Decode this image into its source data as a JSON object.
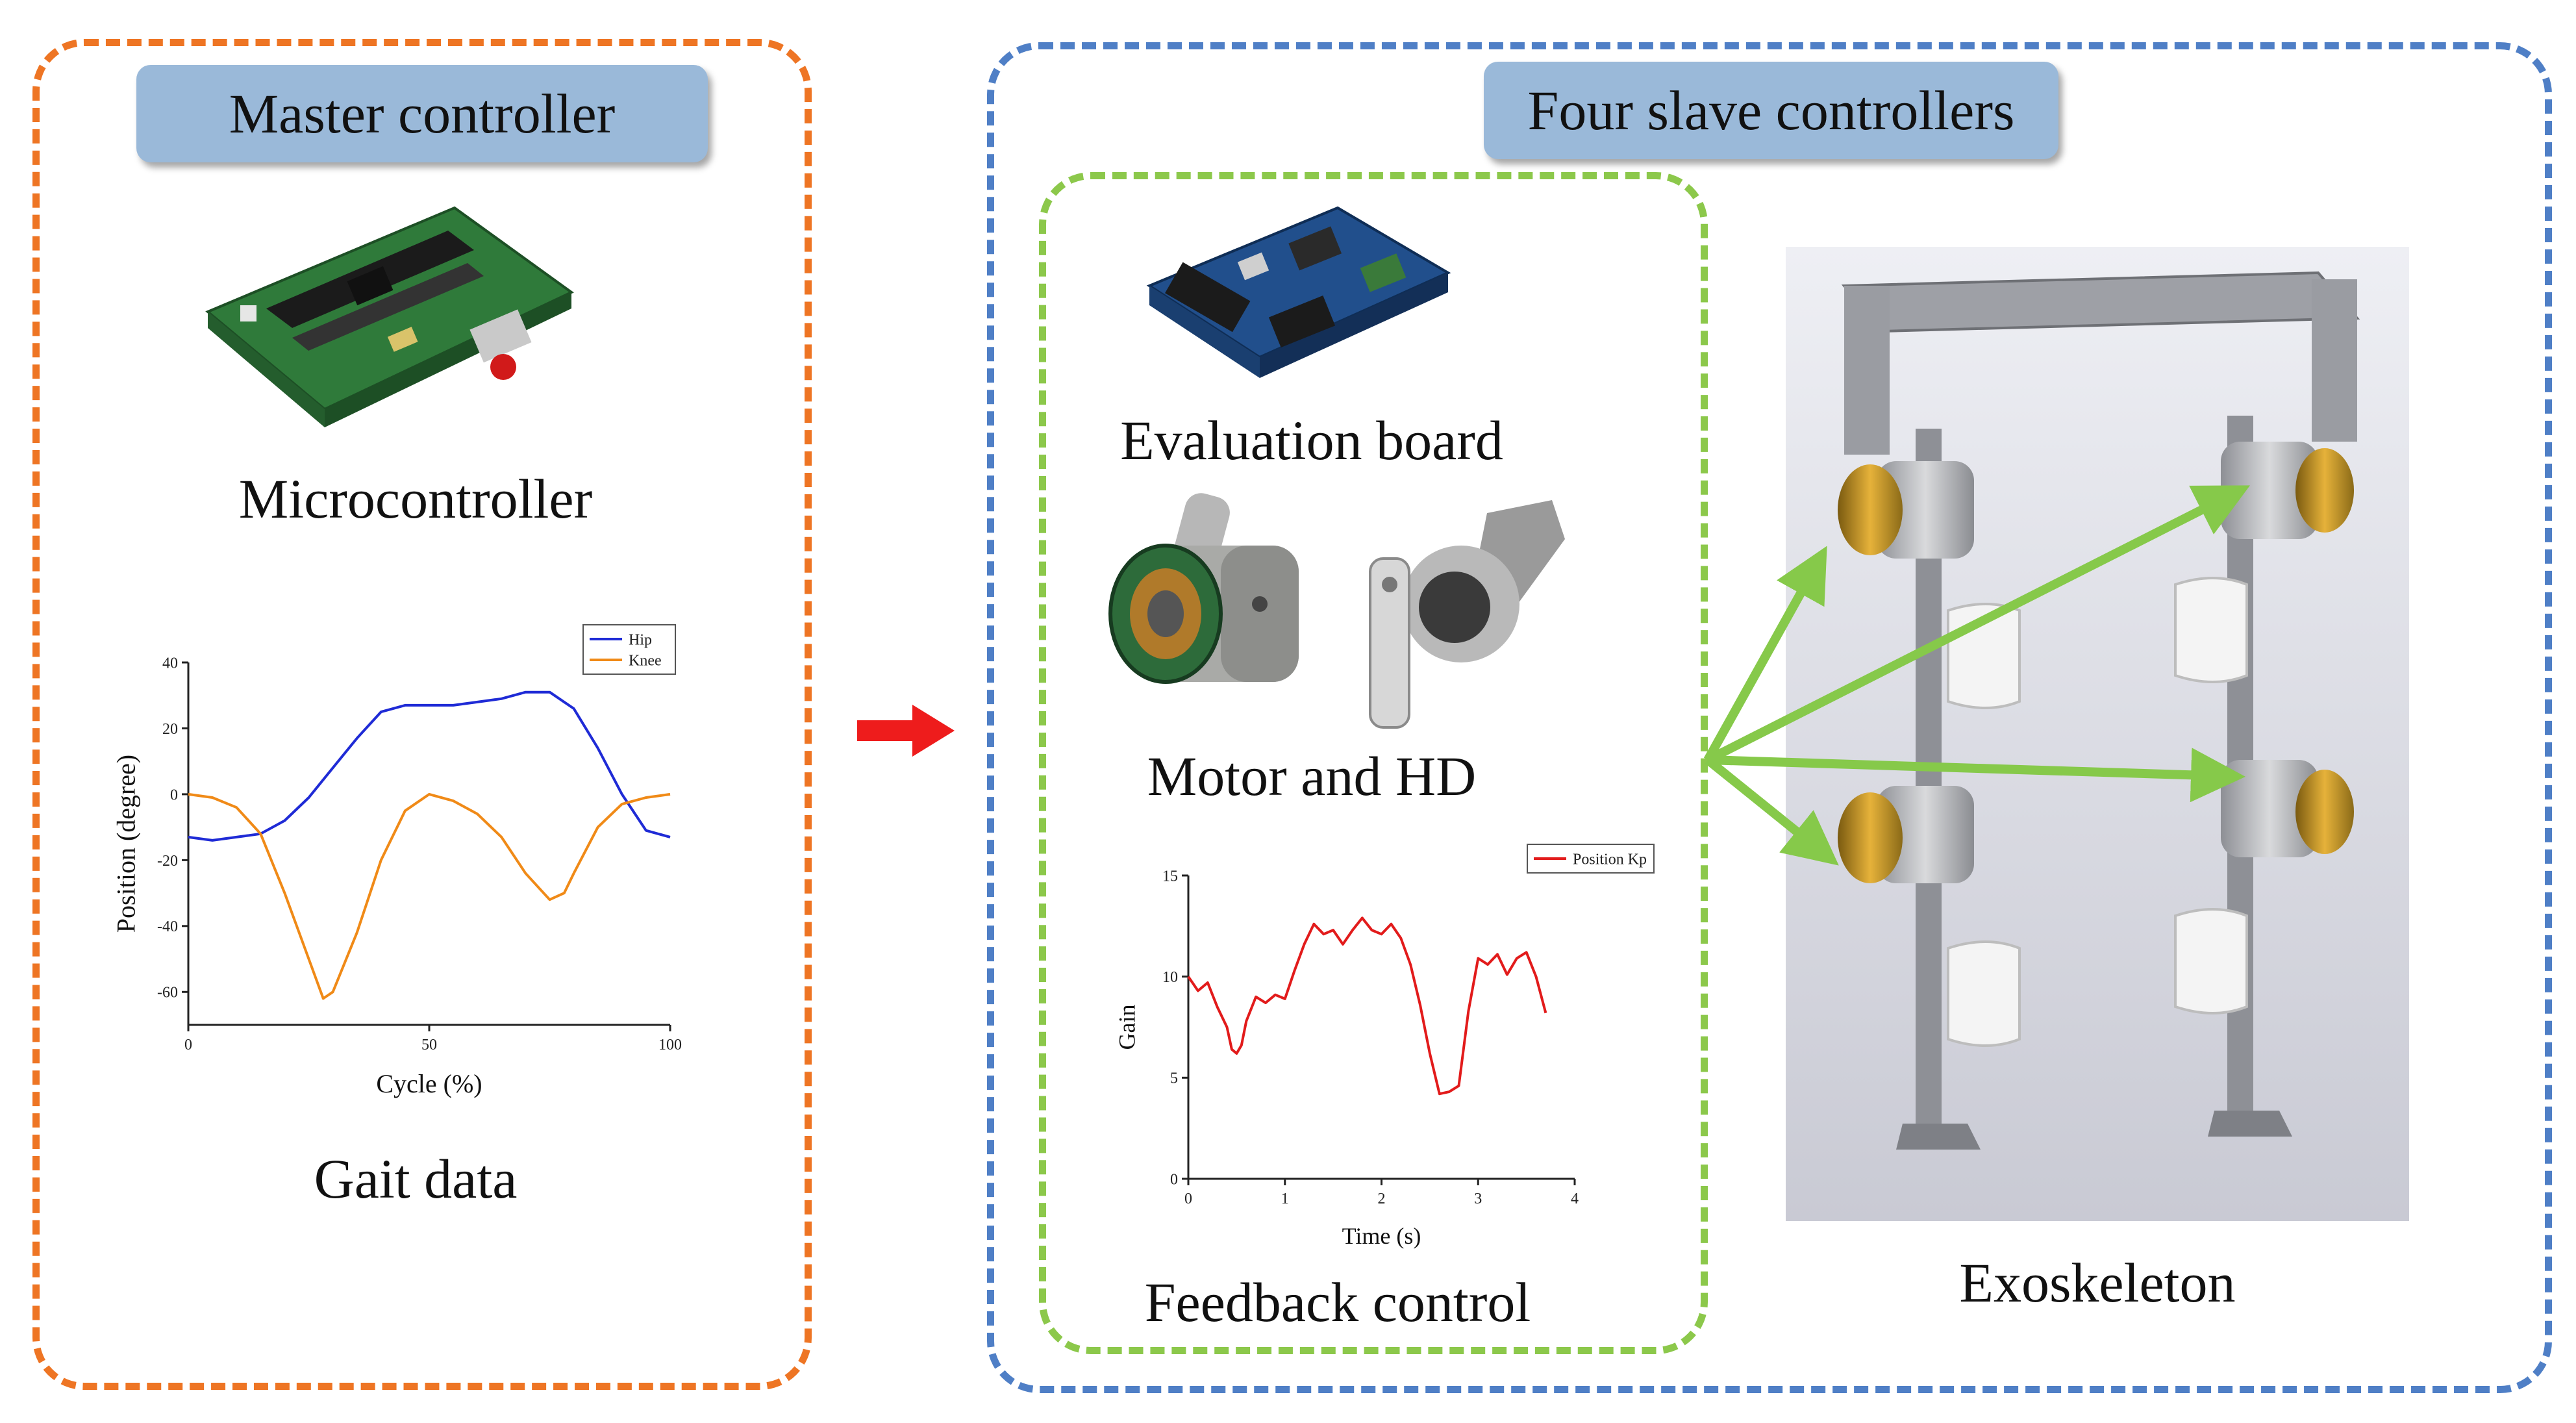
{
  "master": {
    "title": "Master controller",
    "microcontroller_caption": "Microcontroller",
    "gait_caption": "Gait data"
  },
  "slaves": {
    "title": "Four slave controllers",
    "evaluation_caption": "Evaluation board",
    "motor_caption": "Motor and HD",
    "feedback_caption": "Feedback control",
    "exoskeleton_caption": "Exoskeleton"
  },
  "colors": {
    "master_border": "#ee7524",
    "slaves_border": "#4f7fc6",
    "inner_border": "#8cc84b",
    "title_box": "#9ab9d9",
    "flow_arrow": "#ee1c1c",
    "link_arrows": "#86c94a"
  },
  "chart_data": [
    {
      "type": "line",
      "title": "",
      "xlabel": "Cycle (%)",
      "ylabel": "Position (degree)",
      "xlim": [
        0,
        100
      ],
      "ylim": [
        -70,
        40
      ],
      "xticks": [
        "0",
        "50",
        "100"
      ],
      "yticks": [
        "40",
        "20",
        "0",
        "-20",
        "-40",
        "-60"
      ],
      "legend_position": "top-right",
      "series": [
        {
          "name": "Hip",
          "color": "#1f2bd6",
          "x": [
            0,
            5,
            10,
            15,
            20,
            25,
            30,
            35,
            40,
            45,
            50,
            55,
            60,
            65,
            70,
            75,
            80,
            85,
            90,
            95,
            100
          ],
          "values": [
            -13,
            -14,
            -13,
            -12,
            -8,
            -1,
            8,
            17,
            25,
            27,
            27,
            27,
            28,
            29,
            31,
            31,
            26,
            14,
            0,
            -11,
            -13
          ]
        },
        {
          "name": "Knee",
          "color": "#f08a17",
          "x": [
            0,
            5,
            10,
            15,
            20,
            25,
            28,
            30,
            35,
            40,
            45,
            50,
            55,
            60,
            65,
            70,
            75,
            78,
            80,
            85,
            90,
            95,
            100
          ],
          "values": [
            0,
            -1,
            -4,
            -12,
            -30,
            -50,
            -62,
            -60,
            -42,
            -20,
            -5,
            0,
            -2,
            -6,
            -13,
            -24,
            -32,
            -30,
            -24,
            -10,
            -3,
            -1,
            0
          ]
        }
      ]
    },
    {
      "type": "line",
      "title": "",
      "xlabel": "Time (s)",
      "ylabel": "Gain",
      "xlim": [
        0,
        4
      ],
      "ylim": [
        0,
        15
      ],
      "xticks": [
        "0",
        "1",
        "2",
        "3",
        "4"
      ],
      "yticks": [
        "15",
        "10",
        "5",
        "0"
      ],
      "legend_position": "top-right",
      "series": [
        {
          "name": "Position Kp",
          "color": "#e21b1b",
          "x": [
            0,
            0.1,
            0.2,
            0.3,
            0.4,
            0.45,
            0.5,
            0.55,
            0.6,
            0.7,
            0.8,
            0.9,
            1.0,
            1.1,
            1.2,
            1.3,
            1.4,
            1.5,
            1.6,
            1.7,
            1.8,
            1.9,
            2.0,
            2.1,
            2.2,
            2.3,
            2.4,
            2.5,
            2.6,
            2.7,
            2.8,
            2.9,
            3.0,
            3.1,
            3.2,
            3.3,
            3.4,
            3.5,
            3.6,
            3.7
          ],
          "values": [
            10,
            9.3,
            9.7,
            8.5,
            7.5,
            6.4,
            6.2,
            6.6,
            7.8,
            9.0,
            8.7,
            9.1,
            8.9,
            10.3,
            11.6,
            12.6,
            12.1,
            12.3,
            11.6,
            12.3,
            12.9,
            12.3,
            12.1,
            12.6,
            11.9,
            10.6,
            8.6,
            6.2,
            4.2,
            4.3,
            4.6,
            8.3,
            10.9,
            10.6,
            11.1,
            10.1,
            10.9,
            11.2,
            10.0,
            8.2
          ]
        }
      ]
    }
  ]
}
